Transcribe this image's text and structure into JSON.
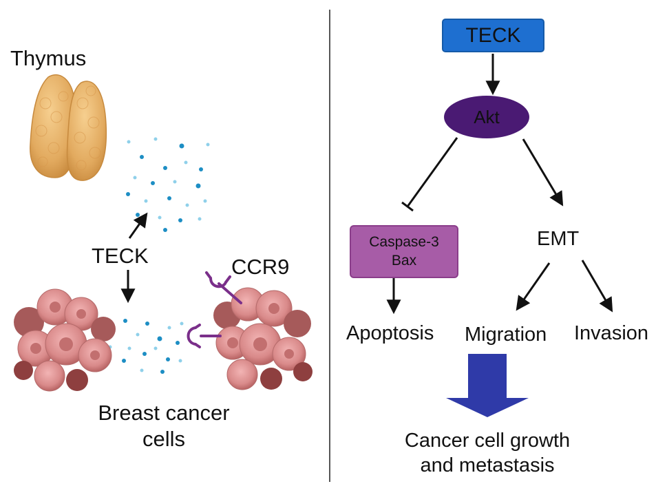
{
  "left_panel": {
    "thymus_label": "Thymus",
    "teck_label": "TECK",
    "ccr9_label": "CCR9",
    "cells_label_line1": "Breast cancer",
    "cells_label_line2": "cells"
  },
  "right_panel": {
    "teck_box": "TECK",
    "akt_node": "Akt",
    "caspase_line1": "Caspase-3",
    "caspase_line2": "Bax",
    "emt_label": "EMT",
    "apoptosis_label": "Apoptosis",
    "migration_label": "Migration",
    "invasion_label": "Invasion",
    "outcome_line1": "Cancer cell growth",
    "outcome_line2": "and metastasis"
  },
  "colors": {
    "teck_box": "#1e6fd0",
    "akt_node": "#4a1a73",
    "caspase_box": "#a75ca7",
    "big_arrow": "#2f3aa8",
    "ccr9_receptor": "#7a2f8a",
    "chemokine_dot_dark": "#1d8ec4",
    "chemokine_dot_light": "#8fd0ea",
    "thymus": "#e2aa5f",
    "cancer_cell": "#d98a8a"
  }
}
